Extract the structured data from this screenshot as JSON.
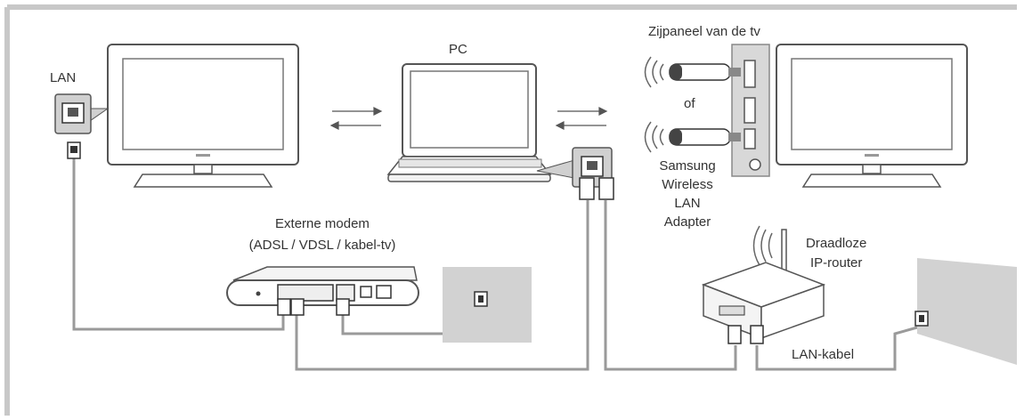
{
  "labels": {
    "lan": "LAN",
    "pc": "PC",
    "tv_side_panel": "Zijpaneel van de tv",
    "or": "of",
    "adapter_line1": "Samsung",
    "adapter_line2": "Wireless",
    "adapter_line3": "LAN",
    "adapter_line4": "Adapter",
    "modem_line1": "Externe modem",
    "modem_line2": "(ADSL / VDSL / kabel-tv)",
    "router_line1": "Draadloze",
    "router_line2": "IP-router",
    "lan_cable": "LAN-kabel"
  },
  "colors": {
    "frame": "#c8c8c8",
    "device_outline": "#555555",
    "cable": "#9a9a9a",
    "wall": "#d2d2d2",
    "text": "#333333"
  }
}
